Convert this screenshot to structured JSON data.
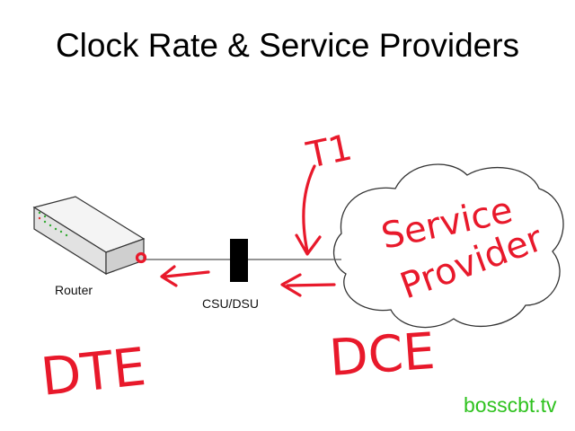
{
  "slide": {
    "title": "Clock Rate & Service Providers",
    "router_label": "Router",
    "csu_label": "CSU/DSU",
    "annotations": {
      "line_type": "T1",
      "cloud_text_line1": "Service",
      "cloud_text_line2": "Provider",
      "dte": "DTE",
      "dce": "DCE"
    },
    "watermark": "bosscbt.tv",
    "colors": {
      "ink": "#e8192b",
      "watermark": "#2fc21f",
      "device": "#000000"
    }
  }
}
